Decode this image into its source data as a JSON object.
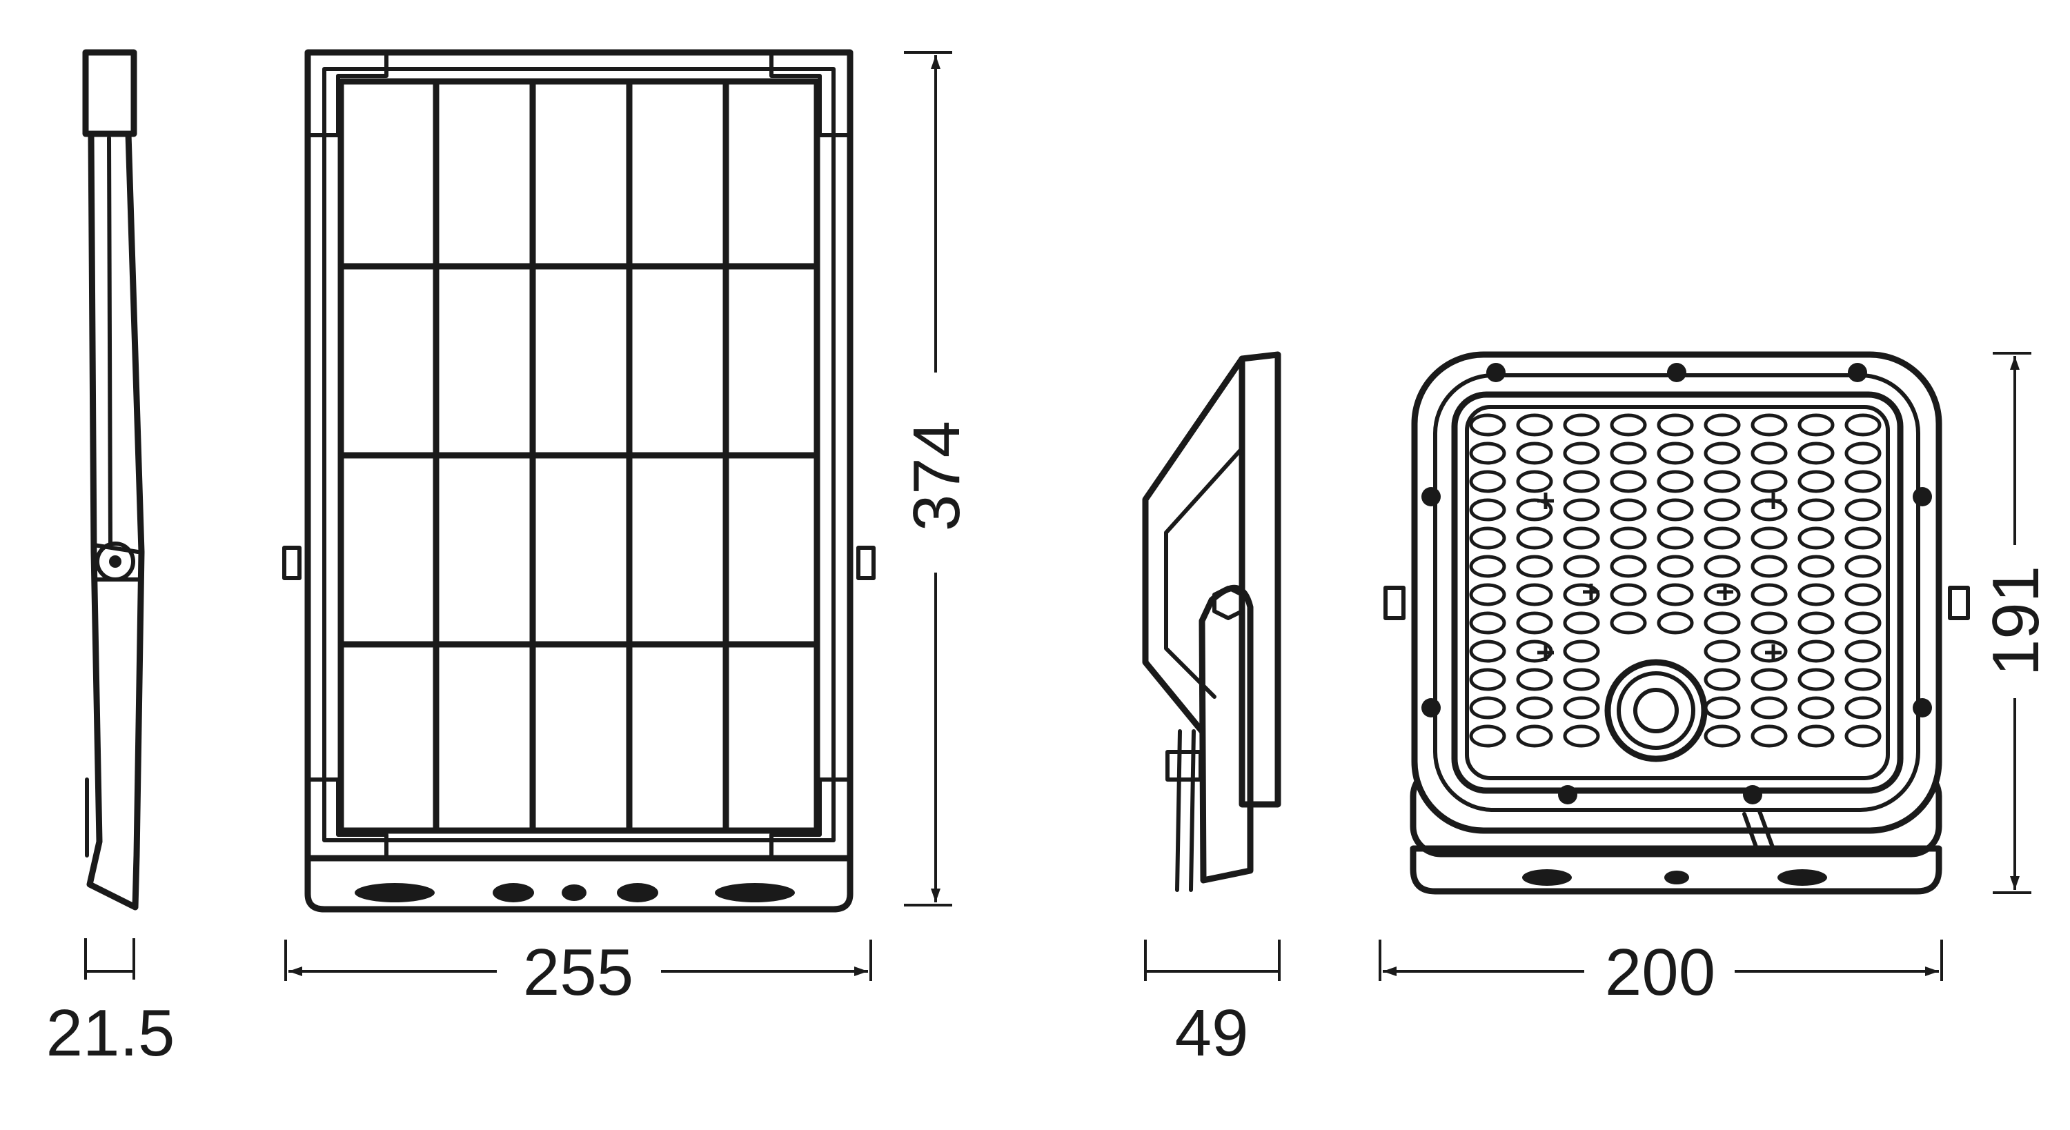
{
  "dimensions": {
    "panel_depth": "21.5",
    "panel_width": "255",
    "panel_height": "374",
    "lamp_depth": "49",
    "lamp_width": "200",
    "lamp_height": "191"
  }
}
